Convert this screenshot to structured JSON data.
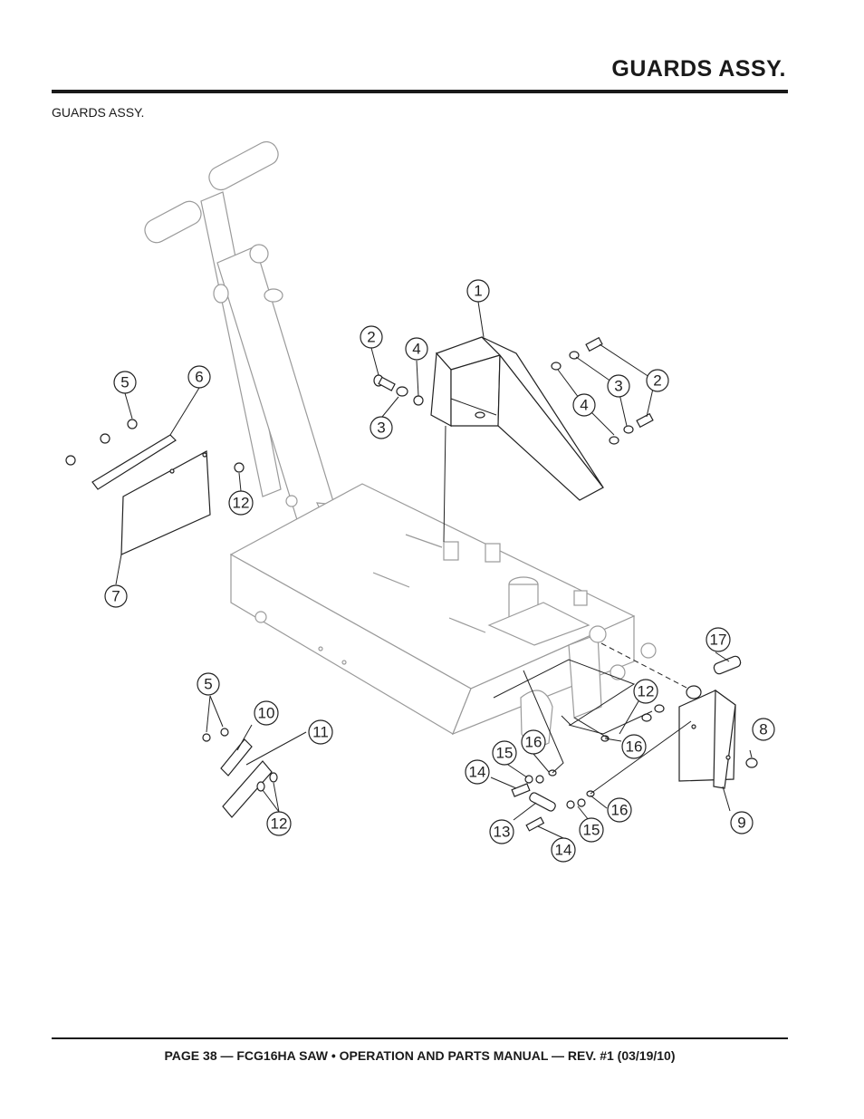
{
  "header": {
    "title": "GUARDS ASSY."
  },
  "section": {
    "label": "GUARDS ASSY."
  },
  "callouts": [
    {
      "id": "c1",
      "label": "1"
    },
    {
      "id": "c2a",
      "label": "2"
    },
    {
      "id": "c4a",
      "label": "4"
    },
    {
      "id": "c3a",
      "label": "3"
    },
    {
      "id": "c2b",
      "label": "2"
    },
    {
      "id": "c3b",
      "label": "3"
    },
    {
      "id": "c4b",
      "label": "4"
    },
    {
      "id": "c5a",
      "label": "5"
    },
    {
      "id": "c6",
      "label": "6"
    },
    {
      "id": "c12a",
      "label": "12"
    },
    {
      "id": "c7",
      "label": "7"
    },
    {
      "id": "c17",
      "label": "17"
    },
    {
      "id": "c12b",
      "label": "12"
    },
    {
      "id": "c8",
      "label": "8"
    },
    {
      "id": "c5b",
      "label": "5"
    },
    {
      "id": "c10",
      "label": "10"
    },
    {
      "id": "c11",
      "label": "11"
    },
    {
      "id": "c16a",
      "label": "16"
    },
    {
      "id": "c15a",
      "label": "15"
    },
    {
      "id": "c14a",
      "label": "14"
    },
    {
      "id": "c16b",
      "label": "16"
    },
    {
      "id": "c16c",
      "label": "16"
    },
    {
      "id": "c9",
      "label": "9"
    },
    {
      "id": "c12c",
      "label": "12"
    },
    {
      "id": "c13",
      "label": "13"
    },
    {
      "id": "c15b",
      "label": "15"
    },
    {
      "id": "c14b",
      "label": "14"
    }
  ],
  "footer": {
    "text": "PAGE 38 — FCG16HA SAW  •  OPERATION AND PARTS MANUAL — REV. #1  (03/19/10)"
  }
}
